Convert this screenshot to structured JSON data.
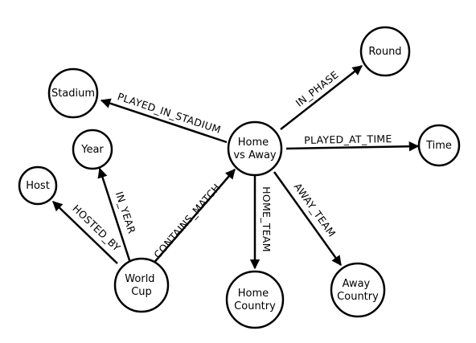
{
  "nodes": {
    "world_cup": {
      "lines": [
        "World",
        "Cup"
      ]
    },
    "home_vs_away": {
      "lines": [
        "Home",
        "vs Away"
      ]
    },
    "stadium": {
      "lines": [
        "Stadium"
      ]
    },
    "round": {
      "lines": [
        "Round"
      ]
    },
    "time": {
      "lines": [
        "Time"
      ]
    },
    "year": {
      "lines": [
        "Year"
      ]
    },
    "host": {
      "lines": [
        "Host"
      ]
    },
    "home_country": {
      "lines": [
        "Home",
        "Country"
      ]
    },
    "away_country": {
      "lines": [
        "Away",
        "Country"
      ]
    }
  },
  "edges": {
    "played_in_stadium": "PLAYED_IN_STADIUM",
    "in_phase": "IN_PHASE",
    "played_at_time": "PLAYED_AT_TIME",
    "home_team": "HOME_TEAM",
    "away_team": "AWAY_TEAM",
    "contains_match": "CONTAINS_MATCH",
    "in_year": "IN_YEAR",
    "hosted_by": "HOSTED_BY"
  }
}
